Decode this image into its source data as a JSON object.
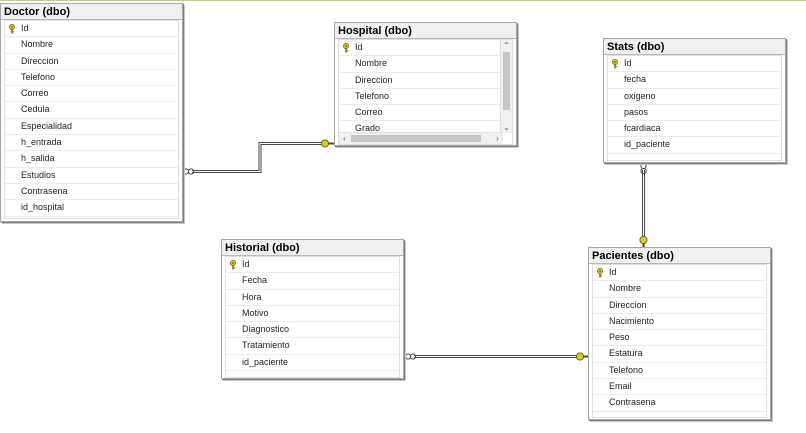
{
  "tables": {
    "doctor": {
      "title": "Doctor (dbo)",
      "fields": [
        "Id",
        "Nombre",
        "Direccion",
        "Telefono",
        "Correo",
        "Cedula",
        "Especialidad",
        "h_entrada",
        "h_salida",
        "Estudios",
        "Contrasena",
        "id_hospital"
      ]
    },
    "hospital": {
      "title": "Hospital (dbo)",
      "fields": [
        "Id",
        "Nombre",
        "Direccion",
        "Telefono",
        "Correo",
        "Grado"
      ]
    },
    "stats": {
      "title": "Stats (dbo)",
      "fields": [
        "Id",
        "fecha",
        "oxigeno",
        "pasos",
        "fcardiaca",
        "id_paciente"
      ]
    },
    "historial": {
      "title": "Historial (dbo)",
      "fields": [
        "Id",
        "Fecha",
        "Hora",
        "Motivo",
        "Diagnostico",
        "Tratamiento",
        "id_paciente"
      ]
    },
    "pacientes": {
      "title": "Pacientes (dbo)",
      "fields": [
        "Id",
        "Nombre",
        "Direccion",
        "Nacimiento",
        "Peso",
        "Estatura",
        "Telefono",
        "Email",
        "Contrasena"
      ]
    }
  },
  "icons": {
    "primary_key": "key-icon",
    "scroll_up": "chevron-up-icon",
    "scroll_down": "chevron-down-icon",
    "scroll_left": "chevron-left-icon",
    "scroll_right": "chevron-right-icon",
    "relationship_one": "key-endpoint-icon",
    "relationship_many": "infinity-endpoint-icon"
  },
  "colors": {
    "key_gold": "#d8c82a",
    "connector": "#4a4a4a",
    "border": "#a7a7a7"
  }
}
